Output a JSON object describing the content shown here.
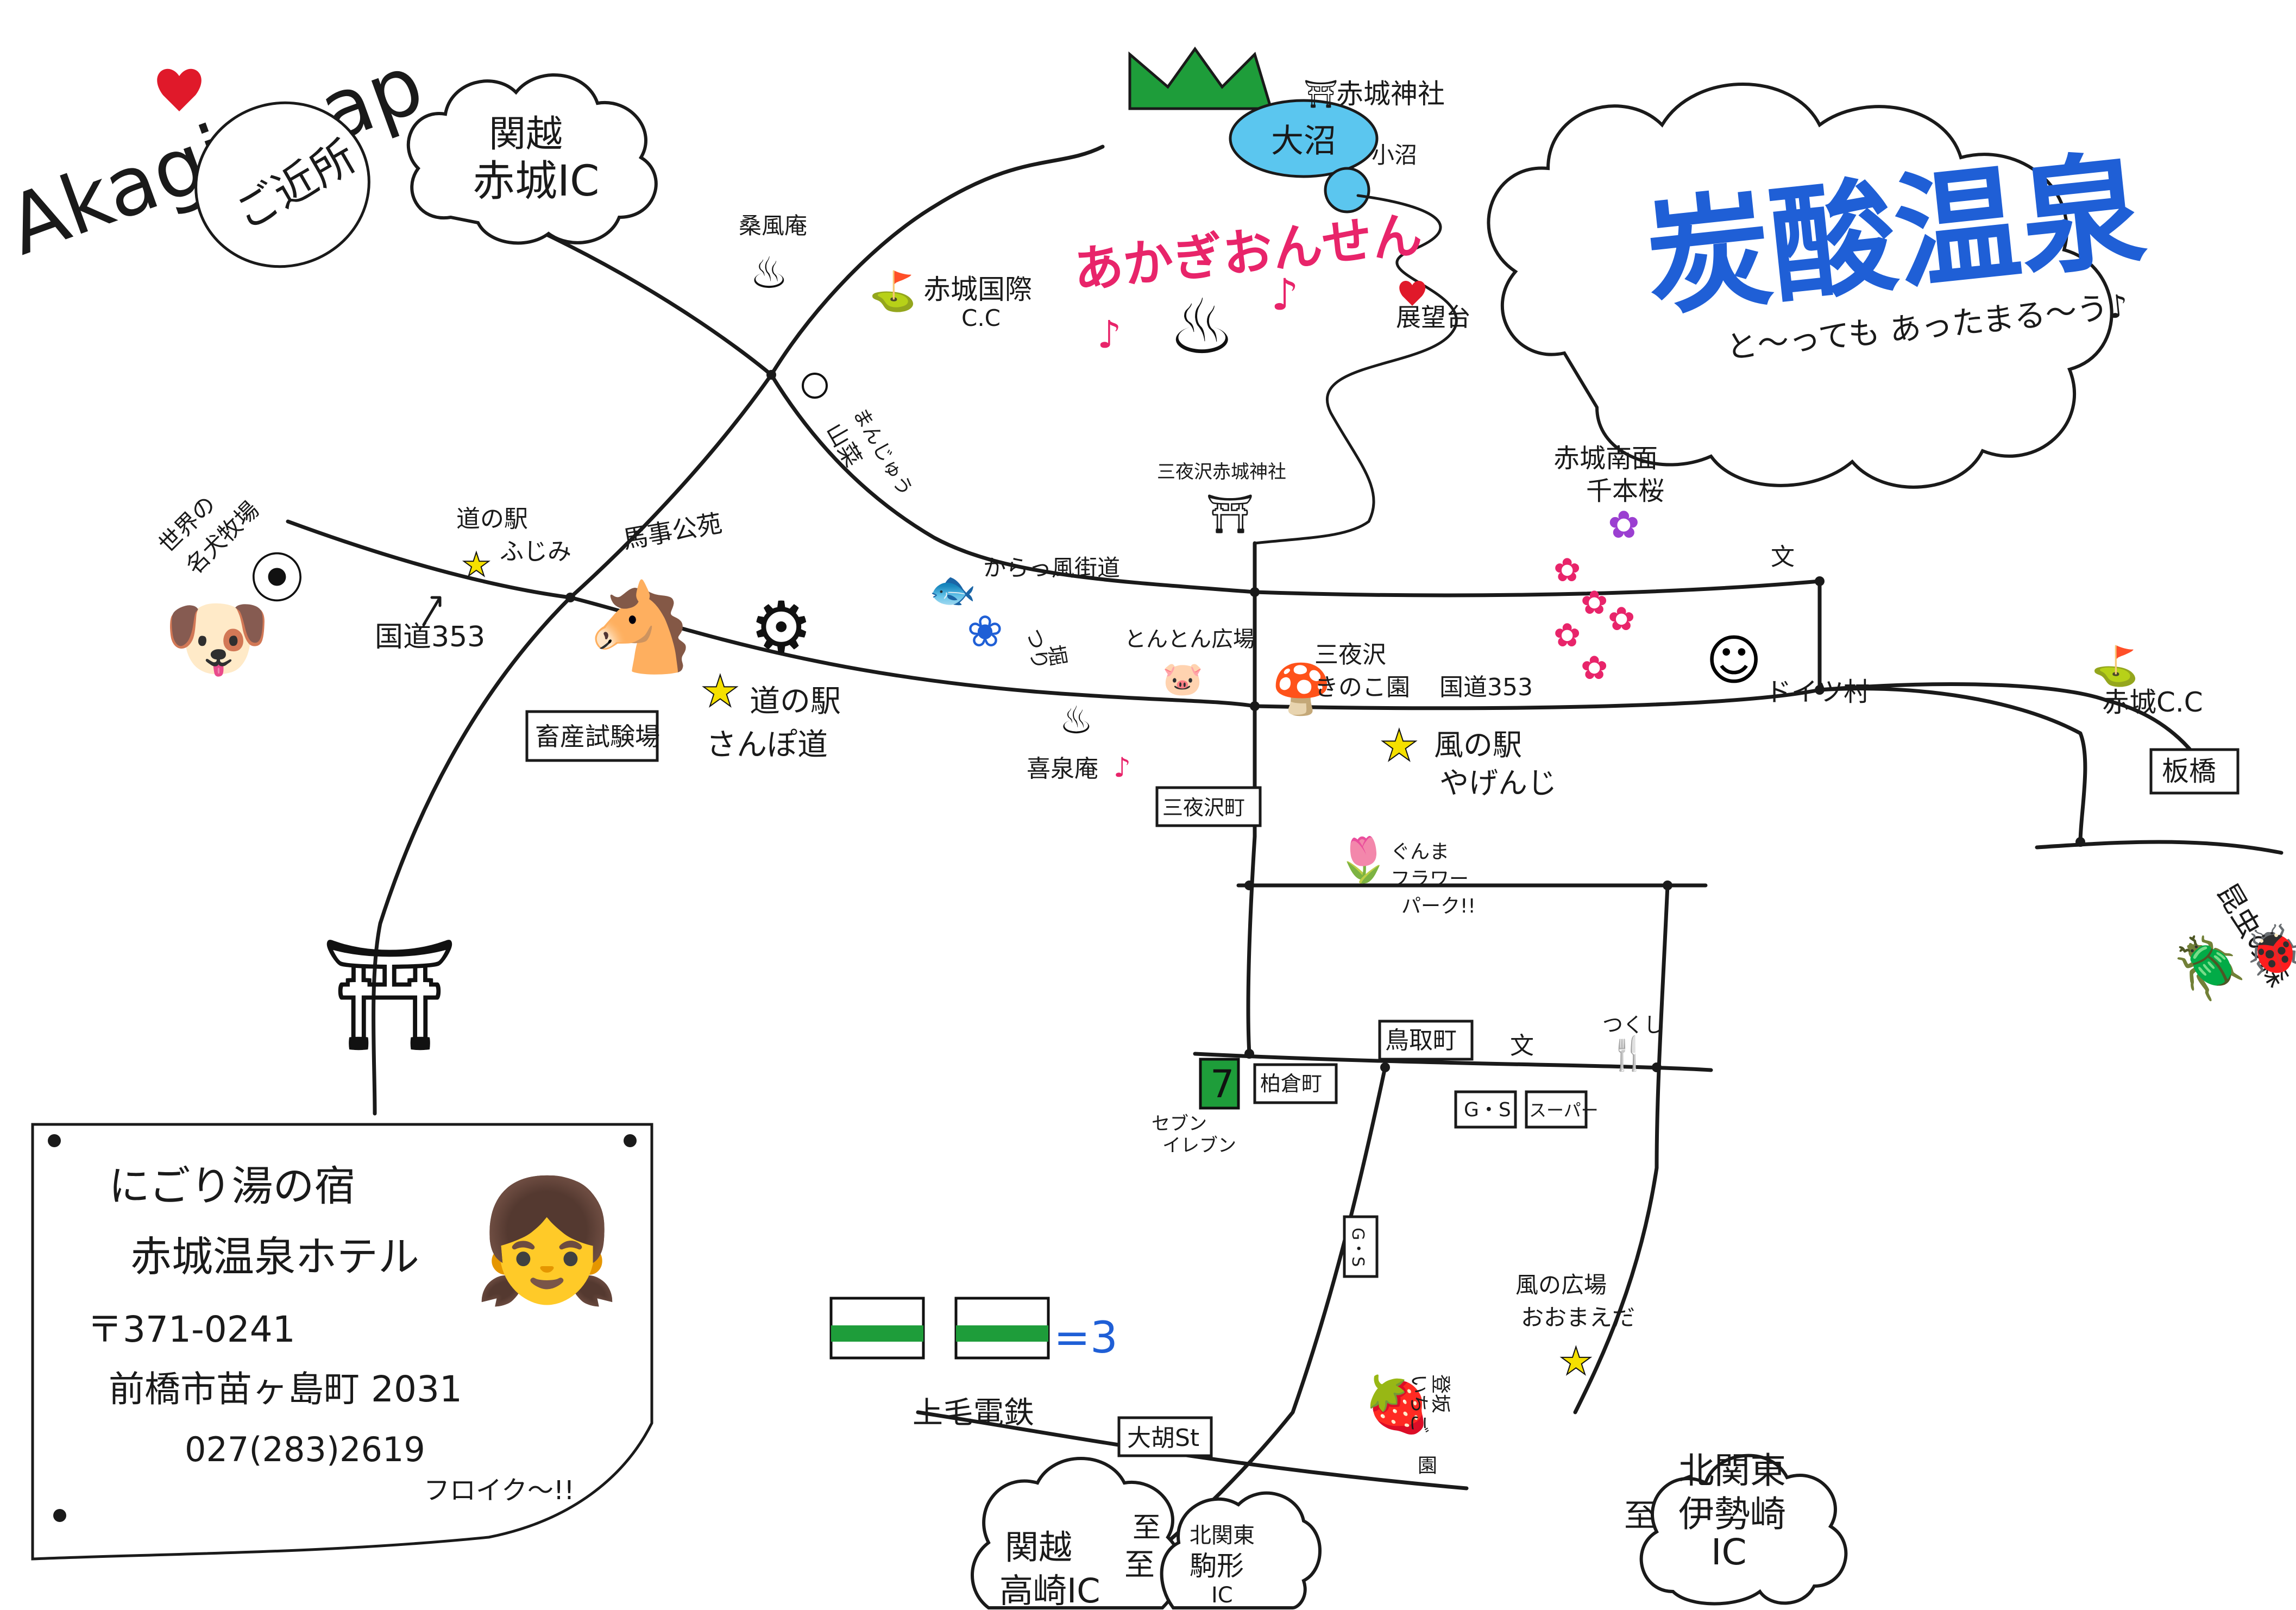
{
  "title": {
    "brand": "Akagi map",
    "sub": "ご近所"
  },
  "clouds": {
    "ic_akagi": {
      "line1": "関越",
      "line2": "赤城IC"
    },
    "ic_takasaki": {
      "line1": "関越",
      "line2": "高崎IC"
    },
    "ic_komagata": {
      "line1": "北関東",
      "line2": "駒形",
      "line3": "IC",
      "prefix": "至"
    },
    "ic_isesaki": {
      "line1": "北関東",
      "line2": "伊勢崎",
      "line3": "IC",
      "prefix": "至"
    },
    "takasaki_prefix": "至"
  },
  "banner": {
    "title": "炭酸温泉",
    "subtitle": "と〜っても あったまる〜う♪"
  },
  "onsen_logo": "あかぎおんせん",
  "lakes": {
    "oonuma": "大沼",
    "konuma": "小沼"
  },
  "places": {
    "akagi_shrine": "赤城神社",
    "tenbodai": "展望台",
    "sofuan": "桑風庵",
    "akagi_cc_intl": {
      "line1": "赤城国際",
      "line2": "C.C"
    },
    "sansai": {
      "line1": "山菜",
      "line2": "まんじゅう"
    },
    "sekai_inu": {
      "line1": "世界の",
      "line2": "名犬牧場"
    },
    "michinoeki_fujimi": {
      "line1": "道の駅",
      "line2": "ふじみ"
    },
    "bajikoen": "馬事公苑",
    "route353_a": "国道353",
    "route353_b": "国道353",
    "chikusan": "畜産試験場",
    "michinoeki_sanpo": {
      "line1": "道の駅",
      "line2": "さんぽ道"
    },
    "karakkaze": "からっ風街道",
    "tsuribori": {
      "line1": "つり",
      "line2": "堀"
    },
    "tonton": "とんとん広場",
    "kisenan": "喜泉庵",
    "miyozawa_shrine": "三夜沢赤城神社",
    "miyozawa_kinoko": {
      "line1": "三夜沢",
      "line2": "きのこ園"
    },
    "miyozawa_machi": "三夜沢町",
    "nanmen_sakura": {
      "line1": "赤城南面",
      "line2": "千本桜"
    },
    "kaze_yagenji": {
      "line1": "風の駅",
      "line2": "やげんじ"
    },
    "doitsu": "ドイツ村",
    "akagi_cc": "赤城C.C",
    "itabashi": "板橋",
    "konchu": "昆虫の森",
    "flower_park": {
      "line1": "ぐんま",
      "line2": "フラワー",
      "line3": "パーク!!"
    },
    "toriishicho": "鳥取町",
    "tsukushi": "つくし",
    "seven": {
      "line1": "セブン",
      "line2": "イレブン"
    },
    "kashiwakuracho": "柏倉町",
    "gs_a": "G・S",
    "super": "スーパー",
    "gs_b": "G・S",
    "kaze_oomaeda": {
      "line1": "風の広場",
      "line2": "おおまえだ"
    },
    "ichigo": {
      "line1": "登坂",
      "line2": "いちご",
      "line3": "園"
    },
    "jomo": "上毛電鉄",
    "ogo_st": "大胡St",
    "school_mark": "文"
  },
  "hotel": {
    "line1": "にごり湯の宿",
    "line2": "赤城温泉ホテル",
    "postal": "〒371-0241",
    "address": "前橋市苗ヶ島町 2031",
    "phone": "027(283)2619",
    "note": "フロイク〜!!"
  },
  "colors": {
    "banner_blue": "#1f5fd6",
    "onsen_pink": "#e8246a",
    "mountain_green": "#1e9d3a",
    "lake_blue": "#5bc6ef",
    "heart_red": "#e0192a"
  }
}
